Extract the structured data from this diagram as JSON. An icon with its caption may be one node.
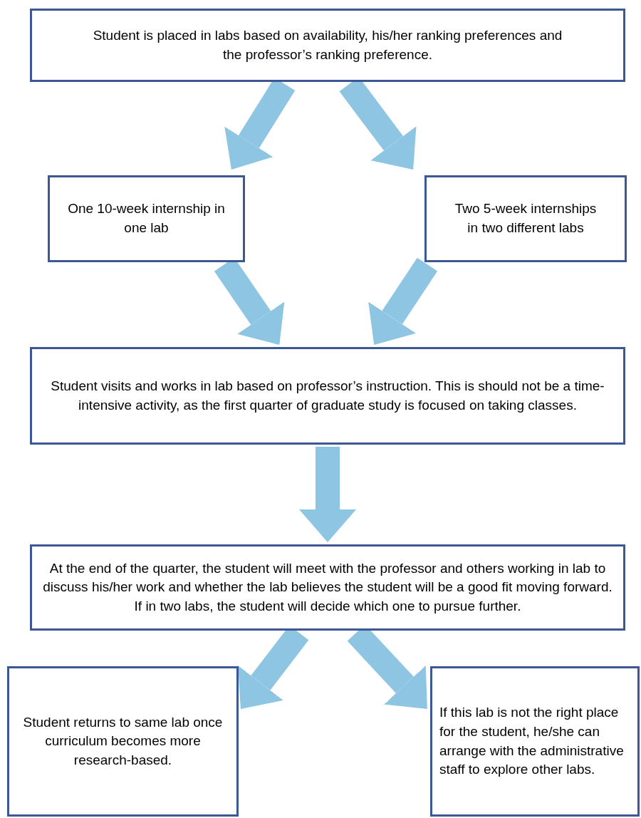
{
  "diagram": {
    "nodes": [
      {
        "text": [
          "Student is placed in labs based on availability, his/her ranking preferences and the professor’s ranking preference."
        ]
      },
      {
        "text": [
          "One 10-week internship in one lab"
        ]
      },
      {
        "text": [
          "Two 5-week internships in two different labs"
        ]
      },
      {
        "text": [
          "Student visits and works in lab based on professor’s instruction. This is should not be a time-intensive activity, as the first quarter of graduate study is focused on taking classes."
        ]
      },
      {
        "text": [
          "At the end of the quarter, the student will meet with the professor and others working in lab to discuss his/her work and whether the lab believes the student will be a good fit moving forward. If in two labs, the student will decide which one to pursue further."
        ]
      },
      {
        "text": [
          "Student returns to same lab once curriculum becomes more research-based."
        ]
      },
      {
        "text": [
          "If this lab is not the right place for the student, he/she can arrange with the administrative staff to explore other labs."
        ]
      }
    ],
    "edges": [
      {
        "from": 0,
        "to": 1,
        "arrow": "to"
      },
      {
        "from": 0,
        "to": 2,
        "arrow": "to"
      },
      {
        "from": 1,
        "to": 3,
        "arrow": "to"
      },
      {
        "from": 2,
        "to": 3,
        "arrow": "to"
      },
      {
        "from": 3,
        "to": 4,
        "arrow": "to"
      },
      {
        "from": 4,
        "to": 5,
        "arrow": "to"
      },
      {
        "from": 4,
        "to": 6,
        "arrow": "to"
      }
    ]
  }
}
